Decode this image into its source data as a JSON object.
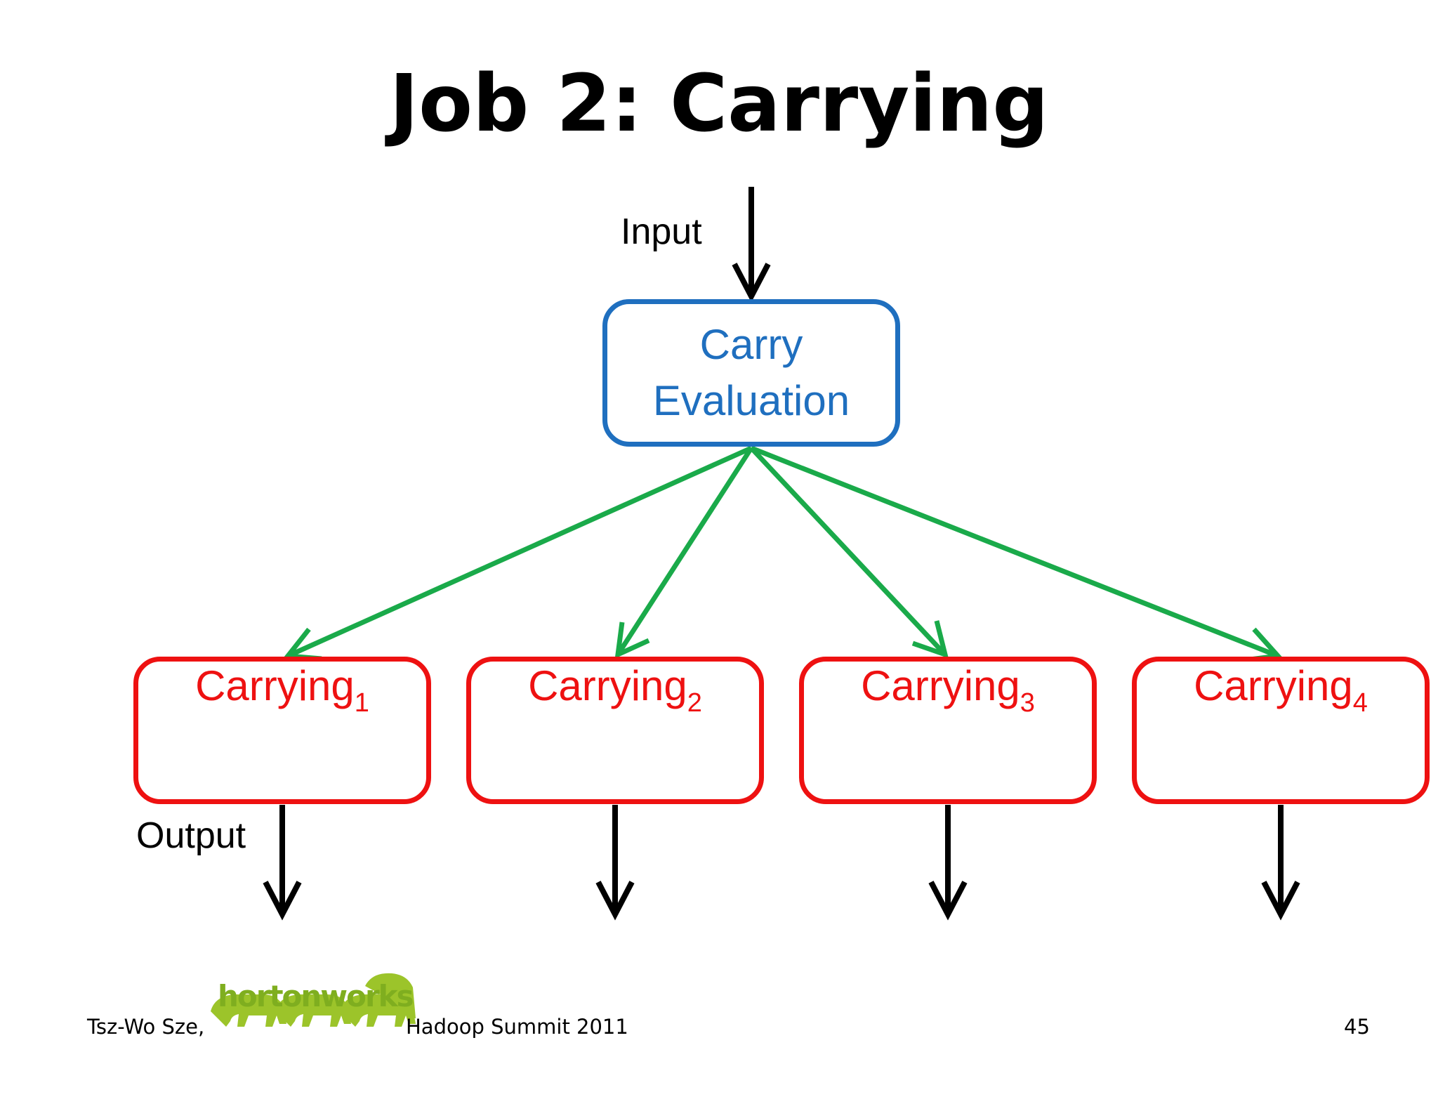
{
  "slide": {
    "title": "Job 2:  Carrying",
    "page_number": "45"
  },
  "diagram": {
    "input_label": "Input",
    "output_label": "Output",
    "source_node": {
      "line1": "Carry",
      "line2": "Evaluation"
    },
    "targets": [
      {
        "base": "Carrying",
        "subscript": "1"
      },
      {
        "base": "Carrying",
        "subscript": "2"
      },
      {
        "base": "Carrying",
        "subscript": "3"
      },
      {
        "base": "Carrying",
        "subscript": "4"
      }
    ]
  },
  "footer": {
    "author": "Tsz-Wo Sze,",
    "event": "Hadoop Summit 2011"
  },
  "logo": {
    "text": "hortonworks",
    "icon": "elephant-herd-icon"
  },
  "colors": {
    "source_border": "#1f6fbf",
    "target_border": "#ee1111",
    "fanout_arrow": "#1aaa4a",
    "io_arrow": "#000000",
    "logo_green": "#7fae1f"
  }
}
